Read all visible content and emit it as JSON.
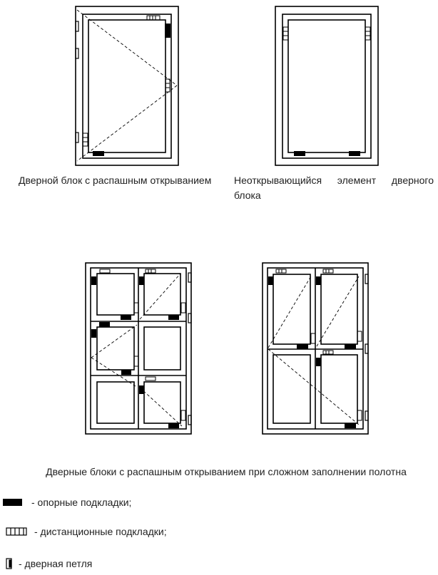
{
  "captions": {
    "swing_door": "Дверной блок с распашным открыванием",
    "fixed_line1": "Неоткрывающийся элемент дверного",
    "fixed_line2": "блока",
    "complex": "Дверные блоки с распашным открыванием при сложном заполнении полотна"
  },
  "legend": {
    "support_pads": "- опорные подкладки;",
    "distance_pads": "- дистанционные подкладки;",
    "door_hinge": "- дверная петля"
  },
  "colors": {
    "line": "#000000",
    "text": "#222222",
    "background": "#ffffff"
  }
}
